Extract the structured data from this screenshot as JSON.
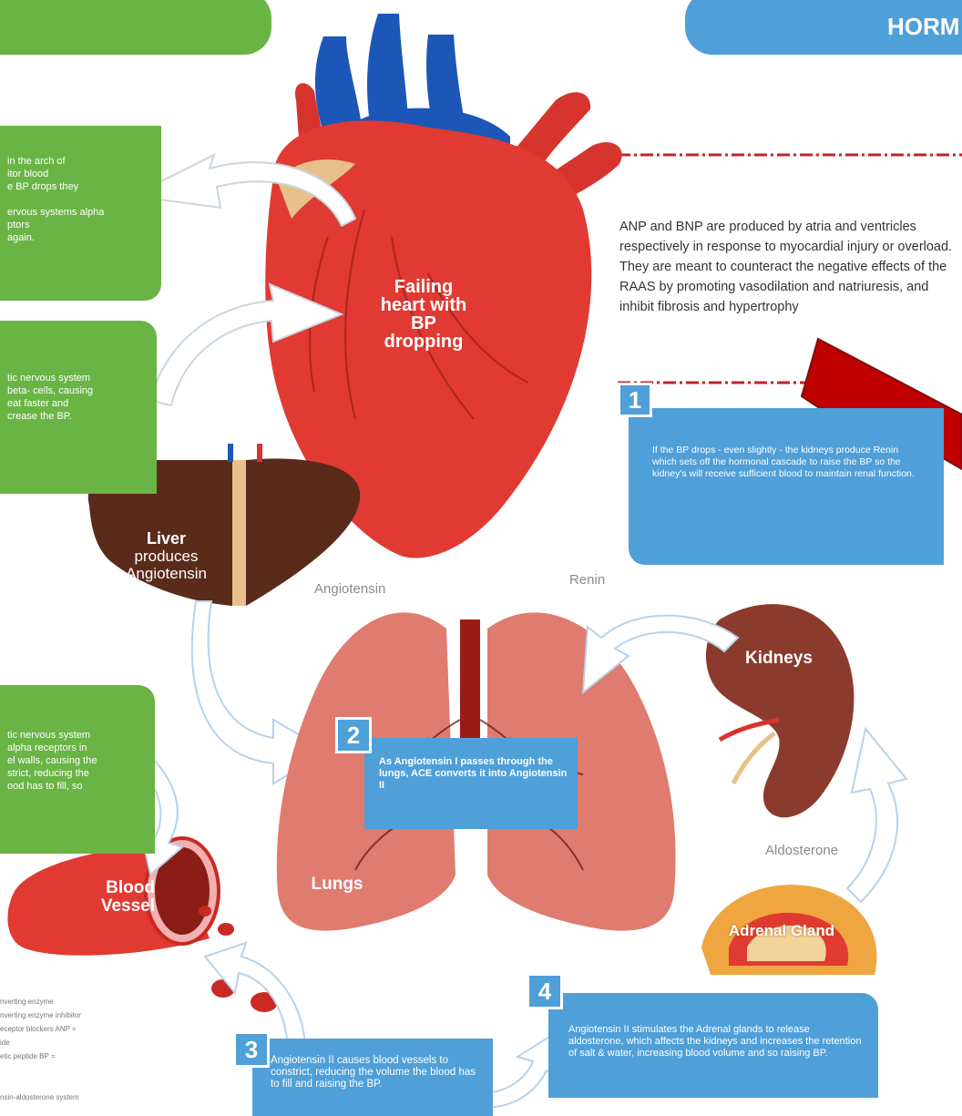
{
  "header": {
    "right_tab": "HORM"
  },
  "heart": {
    "label_line1": "Failing",
    "label_line2": "heart with",
    "label_line3": "BP",
    "label_line4": "dropping"
  },
  "anp_text": "ANP and BNP are produced by atria and ventricles respectively in response to  myocardial injury or overload. They are  meant to counteract the negative  effects of the RAAS by promoting vasodilation and natriuresis, and inhibit  fibrosis and hypertrophy",
  "green_boxes": {
    "box1": [
      "in  the  arch of",
      "itor blood",
      "e BP drops they",
      "",
      "ervous systems alpha",
      "ptors",
      " again."
    ],
    "box2": [
      "tic nervous  system",
      " beta- cells, causing",
      "eat faster and",
      "crease the BP."
    ],
    "box3": [
      "tic nervous  system",
      " alpha  receptors in",
      "el walls, causing the",
      "strict, reducing the",
      "ood has to fill,  so"
    ]
  },
  "steps": {
    "s1": {
      "num": "1",
      "text": "If the BP drops - even slightly - the  kidneys produce Renin which  sets off the hormonal cascade to raise the BP so the kidney's will receive sufficient  blood to maintain renal function."
    },
    "s2": {
      "num": "2",
      "text": "As Angiotensin I passes through the lungs, ACE converts it into Angiotensin II"
    },
    "s3": {
      "num": "3",
      "text": "Angiotensin II causes blood  vessels to constrict, reducing the volume the blood has to  fill and raising the BP."
    },
    "s4": {
      "num": "4",
      "text": "Angiotensin II stimulates the Adrenal glands to release aldosterone,  which affects the kidneys and increases the retention of salt & water, increasing blood volume and so raising BP."
    }
  },
  "organs": {
    "liver_bold": "Liver",
    "liver_rest1": "produces",
    "liver_rest2": "Angiotensin",
    "kidneys": "Kidneys",
    "lungs": "Lungs",
    "blood_line1": "Blood",
    "blood_line2": "Vessel",
    "adrenal": "Adrenal Gland"
  },
  "flow_labels": {
    "angiotensin": "Angiotensin",
    "renin": "Renin",
    "aldosterone": "Aldosterone"
  },
  "glossary": [
    "nverting enzyme",
    "nverting enzyme inhibitor",
    "eceptor blockers ANP =",
    "ide",
    "etic peptide BP =",
    "",
    "",
    "nsin-aldosterone system"
  ],
  "colors": {
    "green": "#6ab446",
    "blue": "#4f9fd8",
    "heart_red": "#e03a33",
    "red_arrow": "#c00000",
    "dashed_line": "#c0242a"
  }
}
